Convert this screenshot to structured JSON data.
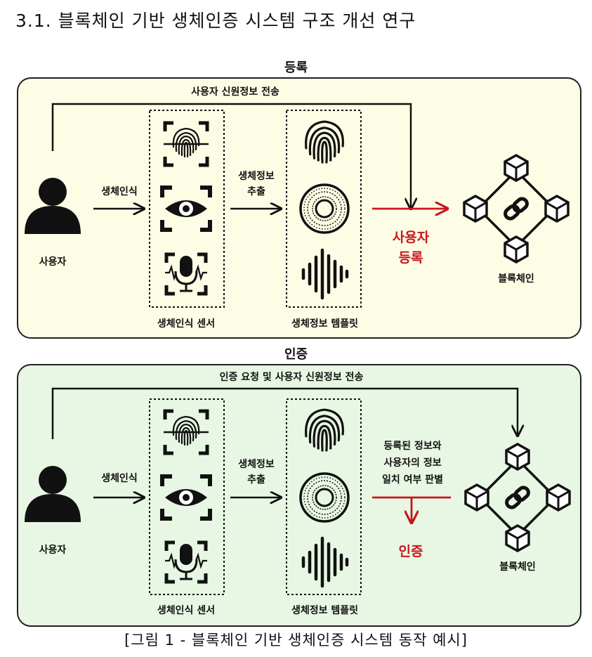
{
  "heading": "3.1. 블록체인 기반 생체인증 시스템 구조 개선 연구",
  "registration": {
    "title": "등록",
    "top_label": "사용자 신원정보 전송",
    "user_label": "사용자",
    "recognize_label": "생체인식",
    "extract_label_1": "생체정보",
    "extract_label_2": "추출",
    "sensor_label": "생체인식 센서",
    "template_label": "생체정보 템플릿",
    "result_label_1": "사용자",
    "result_label_2": "등록",
    "blockchain_label": "블록체인"
  },
  "authentication": {
    "title": "인증",
    "top_label": "인증 요청 및 사용자 신원정보 전송",
    "user_label": "사용자",
    "recognize_label": "생체인식",
    "extract_label_1": "생체정보",
    "extract_label_2": "추출",
    "sensor_label": "생체인식 센서",
    "template_label": "생체정보 템플릿",
    "check_label_1": "등록된 정보와",
    "check_label_2": "사용자의 정보",
    "check_label_3": "일치 여부 판별",
    "result_label": "인증",
    "blockchain_label": "블록체인"
  },
  "caption": "[그림 1 - 블록체인 기반 생체인증 시스템 동작 예시]",
  "colors": {
    "accent_red": "#c8161d",
    "registration_bg": "#fdfde6",
    "authentication_bg": "#e8f7e4"
  }
}
